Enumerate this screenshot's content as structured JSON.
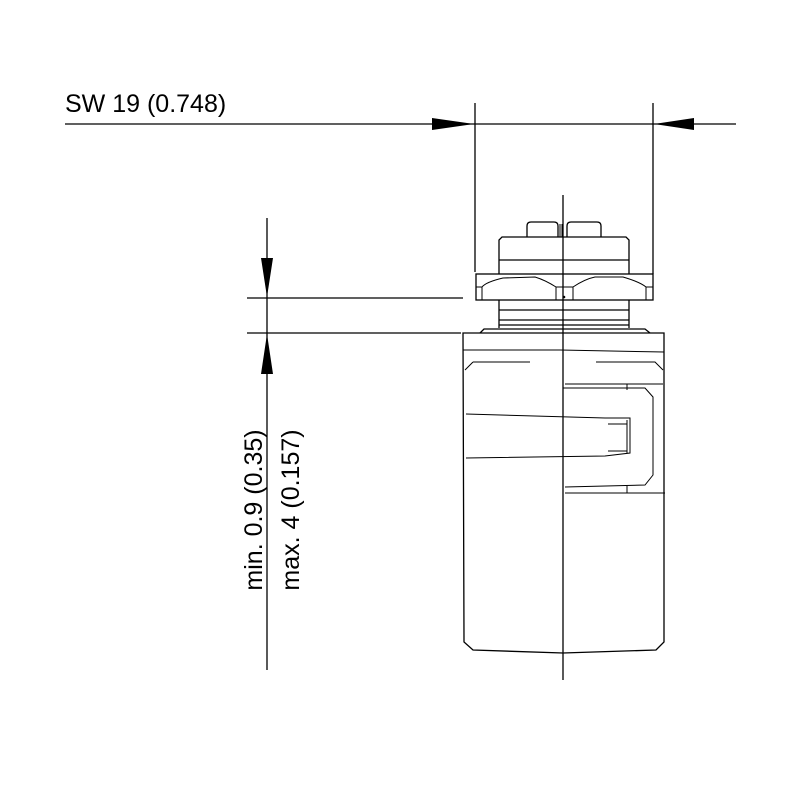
{
  "drawing": {
    "width_dimension": "SW 19 (0.748)",
    "thickness_min": "min. 0.9 (0.35)",
    "thickness_max": "max. 4 (0.157)",
    "line_color": "#000000",
    "background_color": "#ffffff"
  }
}
